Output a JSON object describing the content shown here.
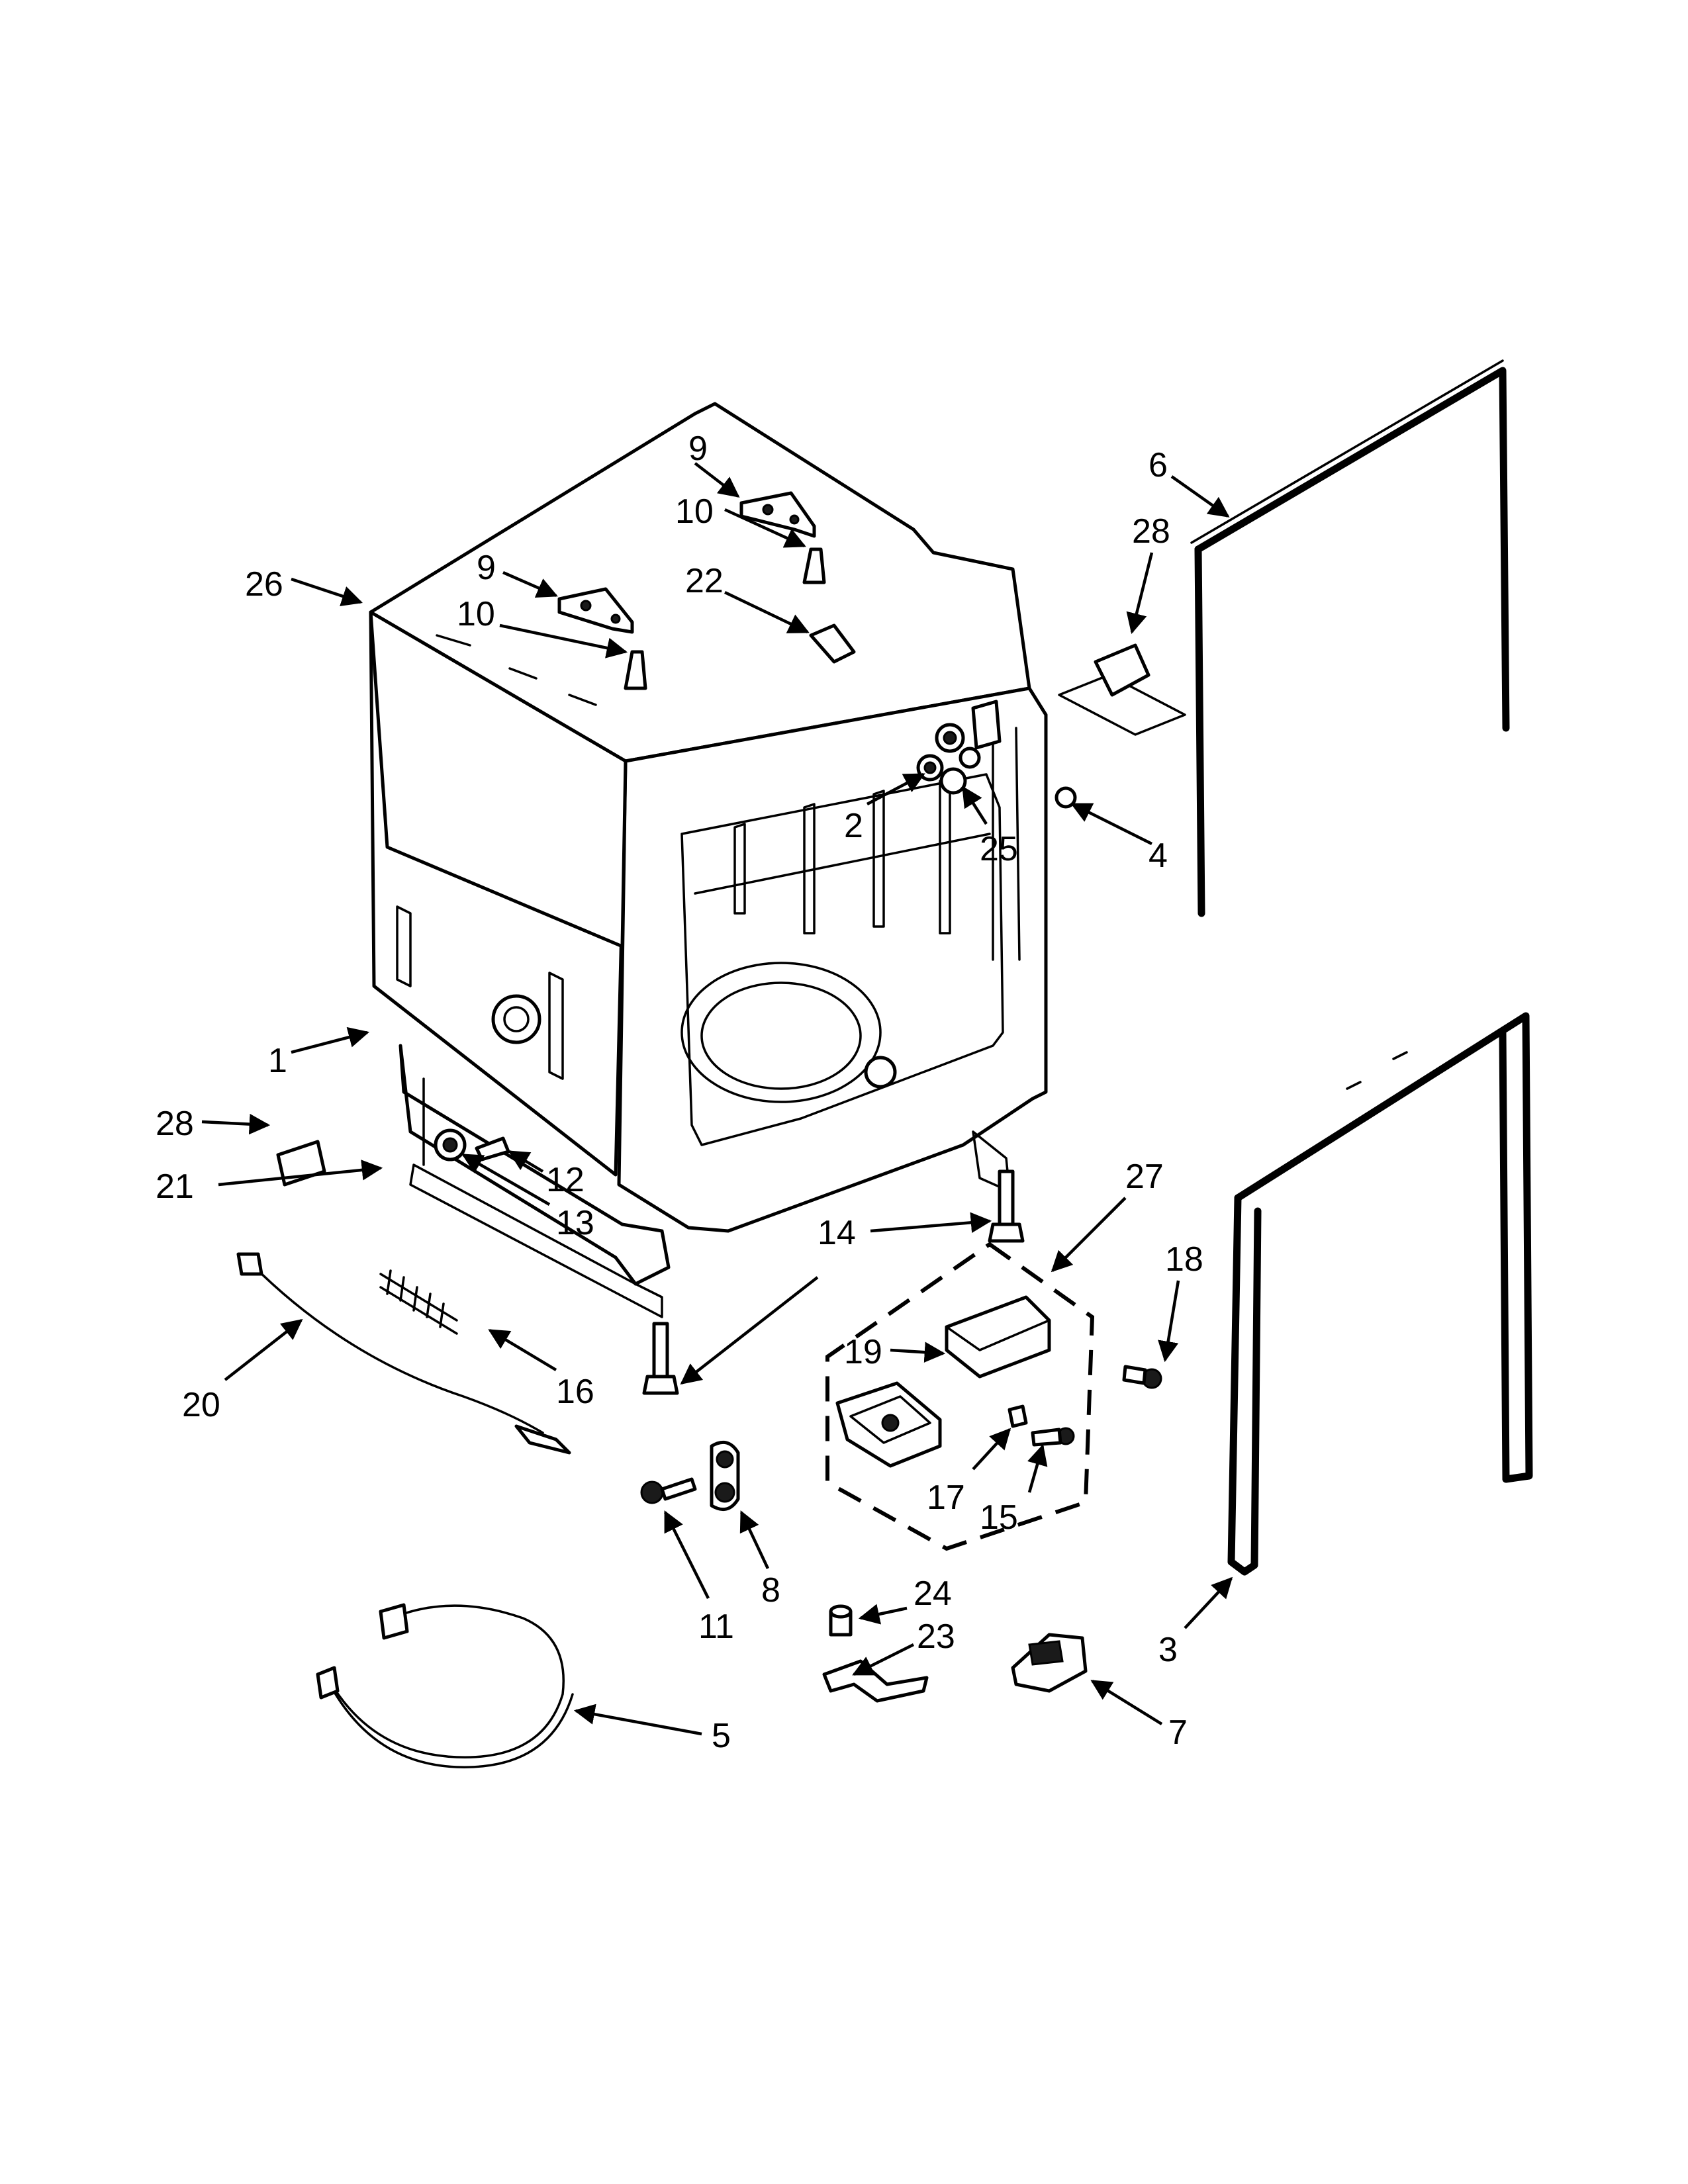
{
  "callouts": {
    "c1": "1",
    "c2": "2",
    "c3": "3",
    "c4": "4",
    "c5": "5",
    "c6": "6",
    "c7": "7",
    "c8": "8",
    "c9a": "9",
    "c9b": "9",
    "c10a": "10",
    "c10b": "10",
    "c11": "11",
    "c12": "12",
    "c13": "13",
    "c14": "14",
    "c15": "15",
    "c16": "16",
    "c17": "17",
    "c18": "18",
    "c19": "19",
    "c20": "20",
    "c21": "21",
    "c22": "22",
    "c23": "23",
    "c24": "24",
    "c25": "25",
    "c26": "26",
    "c27": "27",
    "c28a": "28",
    "c28b": "28"
  },
  "colors": {
    "line": "#000000",
    "background": "#ffffff"
  }
}
